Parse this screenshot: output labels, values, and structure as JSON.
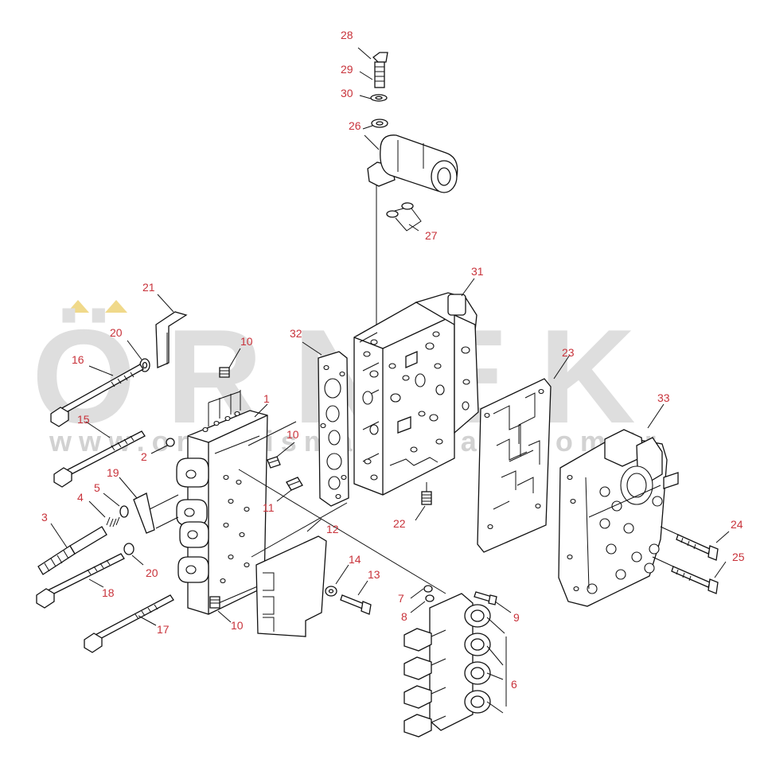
{
  "watermark": {
    "logo_text": "ÖRNEK",
    "url_text": "www.ornekismakinalari.com.tr",
    "logo_color": "#dedede",
    "accent_color": "#f0d98a"
  },
  "colors": {
    "label": "#c8323a",
    "line": "#111111"
  },
  "callouts": [
    {
      "id": "28",
      "text": "28"
    },
    {
      "id": "29",
      "text": "29"
    },
    {
      "id": "30",
      "text": "30"
    },
    {
      "id": "26",
      "text": "26"
    },
    {
      "id": "27",
      "text": "27"
    },
    {
      "id": "31",
      "text": "31"
    },
    {
      "id": "21",
      "text": "21"
    },
    {
      "id": "32",
      "text": "32"
    },
    {
      "id": "23",
      "text": "23"
    },
    {
      "id": "20a",
      "text": "20"
    },
    {
      "id": "10a",
      "text": "10"
    },
    {
      "id": "16",
      "text": "16"
    },
    {
      "id": "1",
      "text": "1"
    },
    {
      "id": "33",
      "text": "33"
    },
    {
      "id": "15",
      "text": "15"
    },
    {
      "id": "10b",
      "text": "10"
    },
    {
      "id": "2",
      "text": "2"
    },
    {
      "id": "19",
      "text": "19"
    },
    {
      "id": "5",
      "text": "5"
    },
    {
      "id": "11",
      "text": "11"
    },
    {
      "id": "4",
      "text": "4"
    },
    {
      "id": "22",
      "text": "22"
    },
    {
      "id": "3",
      "text": "3"
    },
    {
      "id": "12",
      "text": "12"
    },
    {
      "id": "24",
      "text": "24"
    },
    {
      "id": "20b",
      "text": "20"
    },
    {
      "id": "14",
      "text": "14"
    },
    {
      "id": "25",
      "text": "25"
    },
    {
      "id": "13",
      "text": "13"
    },
    {
      "id": "18",
      "text": "18"
    },
    {
      "id": "7",
      "text": "7"
    },
    {
      "id": "9",
      "text": "9"
    },
    {
      "id": "8",
      "text": "8"
    },
    {
      "id": "17",
      "text": "17"
    },
    {
      "id": "10c",
      "text": "10"
    },
    {
      "id": "6",
      "text": "6"
    }
  ]
}
